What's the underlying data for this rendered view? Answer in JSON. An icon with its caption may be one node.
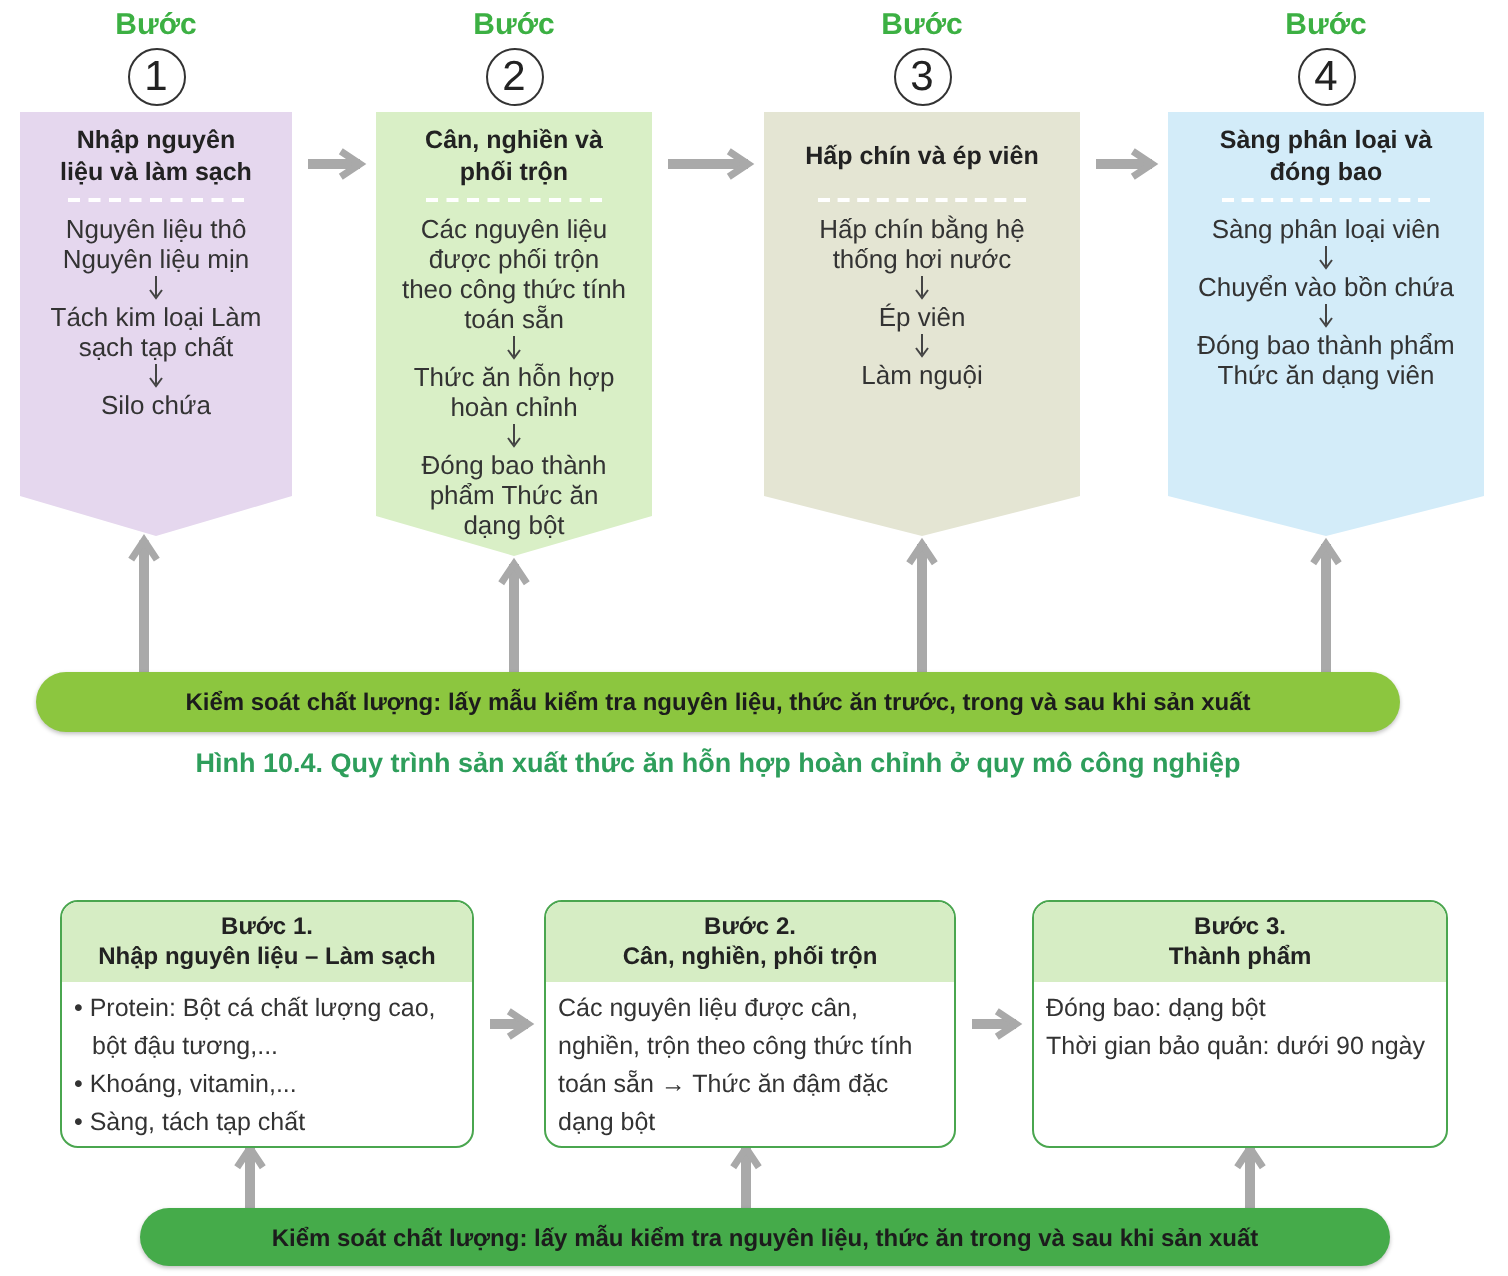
{
  "diagram": {
    "caption": "Hình 10.4. Quy trình sản xuất thức ăn hỗn hợp hoàn chỉnh ở quy mô công nghiệp",
    "nodes": [
      {
        "text": [
          "Bước",
          "1",
          "Nhập nguyên liệu và làm sạch",
          "Nguyên liệu thô Nguyên liệu mịn",
          "Tách kim loại Làm sạch tạp chất",
          "Silo chứa"
        ]
      },
      {
        "text": [
          "Bước",
          "2",
          "Cân, nghiền và phối trộn",
          "Các nguyên liệu được phối trộn theo công thức tính toán sẵn",
          "Thức ăn hỗn hợp hoàn chỉnh",
          "Đóng bao thành phẩm Thức ăn dạng bột"
        ]
      },
      {
        "text": [
          "Bước",
          "3",
          "Hấp chín và ép viên",
          "Hấp chín bằng hệ thống hơi nước",
          "Ép viên",
          "Làm nguội"
        ]
      },
      {
        "text": [
          "Bước",
          "4",
          "Sàng phân loại và đóng bao",
          "Sàng phân loại viên",
          "Chuyển vào bồn chứa",
          "Đóng bao thành phẩm Thức ăn dạng viên"
        ]
      },
      {
        "text": [
          "Kiểm soát chất lượng: lấy mẫu kiểm tra nguyên liệu, thức ăn trước, trong và sau khi sản xuất"
        ]
      },
      {
        "text": [
          "Bước 1.",
          "Nhập nguyên liệu – Làm sạch",
          "• Protein: Bột cá chất lượng cao, bột đậu tương,...",
          "• Khoáng, vitamin,...",
          "• Sàng, tách tạp chất"
        ]
      },
      {
        "text": [
          "Bước 2.",
          "Cân, nghiền, phối trộn",
          "Các nguyên liệu được cân, nghiền, trộn theo công thức tính toán sẵn → Thức ăn đậm đặc dạng bột"
        ]
      },
      {
        "text": [
          "Bước 3.",
          "Thành phẩm",
          "Đóng bao: dạng bột",
          "Thời gian bảo quản: dưới 90 ngày"
        ]
      },
      {
        "text": [
          "Kiểm soát chất lượng: lấy mẫu kiểm tra nguyên liệu, thức ăn trong và sau khi sản xuất"
        ]
      }
    ],
    "edges": [
      {
        "from": 0,
        "to": 1,
        "arrow": "to"
      },
      {
        "from": 1,
        "to": 2,
        "arrow": "to"
      },
      {
        "from": 2,
        "to": 3,
        "arrow": "to"
      },
      {
        "from": 4,
        "to": 0,
        "arrow": "to"
      },
      {
        "from": 4,
        "to": 1,
        "arrow": "to"
      },
      {
        "from": 4,
        "to": 2,
        "arrow": "to"
      },
      {
        "from": 4,
        "to": 3,
        "arrow": "to"
      },
      {
        "from": 5,
        "to": 6,
        "arrow": "to"
      },
      {
        "from": 6,
        "to": 7,
        "arrow": "to"
      },
      {
        "from": 8,
        "to": 5,
        "arrow": "to"
      },
      {
        "from": 8,
        "to": 6,
        "arrow": "to"
      },
      {
        "from": 8,
        "to": 7,
        "arrow": "to"
      }
    ]
  }
}
